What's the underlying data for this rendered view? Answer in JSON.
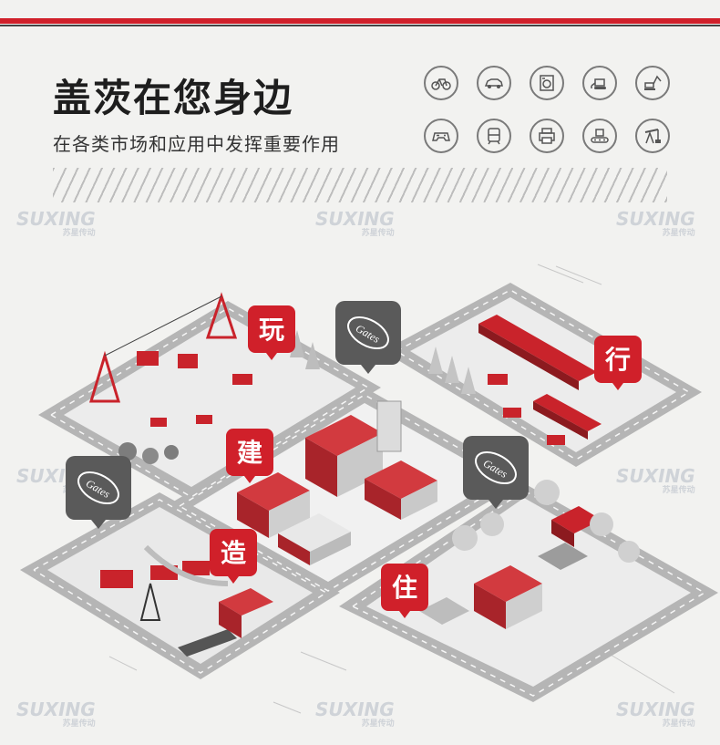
{
  "header": {
    "title": "盖茨在您身边",
    "subtitle": "在各类市场和应用中发挥重要作用"
  },
  "icons": [
    "bicycle-icon",
    "car-icon",
    "washing-machine-icon",
    "loader-icon",
    "excavator-icon",
    "gamepad-icon",
    "train-icon",
    "printer-icon",
    "conveyor-icon",
    "oil-pump-icon"
  ],
  "watermark": {
    "brand": "SUXING",
    "sub": "苏星传动"
  },
  "map": {
    "labels": {
      "play": "玩",
      "build": "建",
      "make": "造",
      "live": "住",
      "move": "行"
    },
    "pin_brand": "Gates"
  },
  "colors": {
    "accent": "#d0202a",
    "road": "#a9a9a9",
    "pin": "#5a5a5a"
  }
}
